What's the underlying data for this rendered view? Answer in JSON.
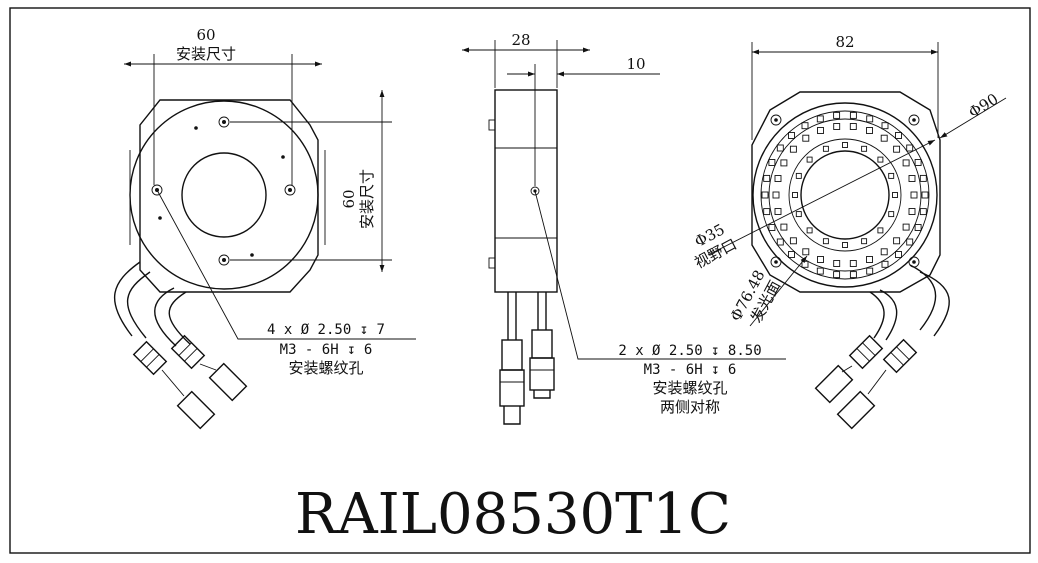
{
  "colors": {
    "line": "#111111",
    "background": "#ffffff"
  },
  "front_view": {
    "top_dim_value": "60",
    "top_dim_label": "安装尺寸",
    "side_dim_value": "60",
    "side_dim_label": "安装尺寸",
    "callout_line1": "4 x Ø 2.50 ↧ 7",
    "callout_line2": "M3 - 6H ↧ 6",
    "callout_line3": "安装螺纹孔"
  },
  "side_view": {
    "width_dim": "28",
    "offset_dim": "10",
    "callout_line1": "2 x Ø 2.50 ↧ 8.50",
    "callout_line2": "M3 - 6H ↧ 6",
    "callout_line3": "安装螺纹孔",
    "callout_line4": "两侧对称"
  },
  "rear_view": {
    "width_dim": "82",
    "outer_dia": "Φ90",
    "view_dia": "Φ35",
    "view_label": "视野口",
    "emit_dia": "Φ76.48",
    "emit_label": "发光面"
  },
  "model_number": "RAIL08530T1C"
}
